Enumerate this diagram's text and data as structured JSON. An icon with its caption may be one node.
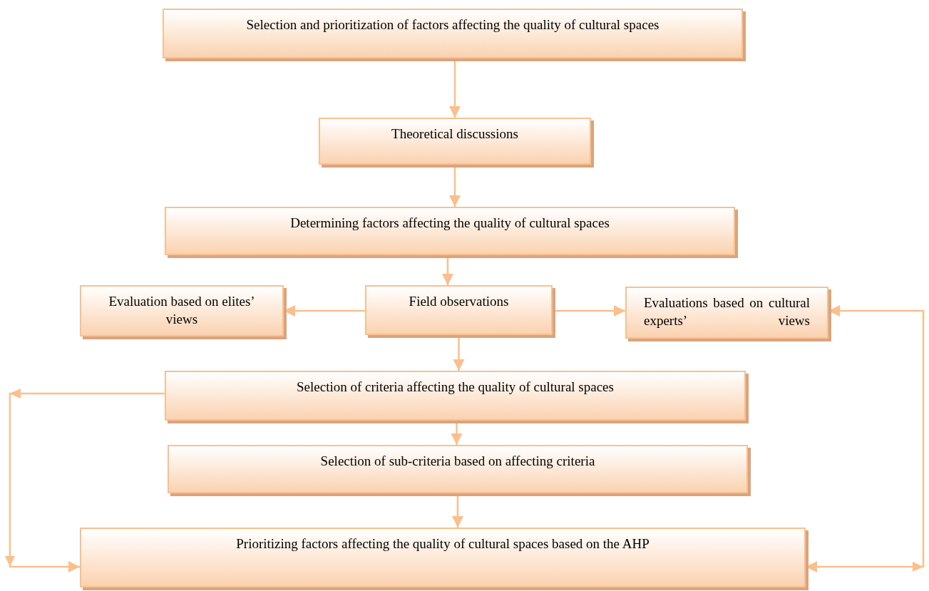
{
  "diagram": {
    "nodes": [
      {
        "text": [
          "Selection and prioritization of factors affecting the quality of cultural spaces"
        ]
      },
      {
        "text": [
          "Theoretical discussions"
        ]
      },
      {
        "text": [
          "Determining factors affecting the quality of cultural spaces"
        ]
      },
      {
        "text": [
          "Field observations"
        ]
      },
      {
        "text": [
          "Evaluation based on elites’ views"
        ]
      },
      {
        "text": [
          "Evaluations based on cultural experts’ views"
        ]
      },
      {
        "text": [
          "Selection of criteria affecting the quality of cultural spaces"
        ]
      },
      {
        "text": [
          "Selection of sub-criteria based on affecting criteria"
        ]
      },
      {
        "text": [
          "Prioritizing factors affecting the quality of cultural spaces based on the AHP"
        ]
      }
    ],
    "edges": [
      {
        "from": 0,
        "to": 1,
        "arrow": "to"
      },
      {
        "from": 1,
        "to": 2,
        "arrow": "to"
      },
      {
        "from": 2,
        "to": 3,
        "arrow": "to"
      },
      {
        "from": 3,
        "to": 4,
        "arrow": "to"
      },
      {
        "from": 3,
        "to": 5,
        "arrow": "to"
      },
      {
        "from": 3,
        "to": 6,
        "arrow": "to"
      },
      {
        "from": 6,
        "to": 7,
        "arrow": "to"
      },
      {
        "from": 7,
        "to": 8,
        "arrow": "to"
      },
      {
        "from": 6,
        "to": 8,
        "arrow": "to"
      },
      {
        "from": 8,
        "to": 5,
        "arrow": "both"
      }
    ]
  }
}
